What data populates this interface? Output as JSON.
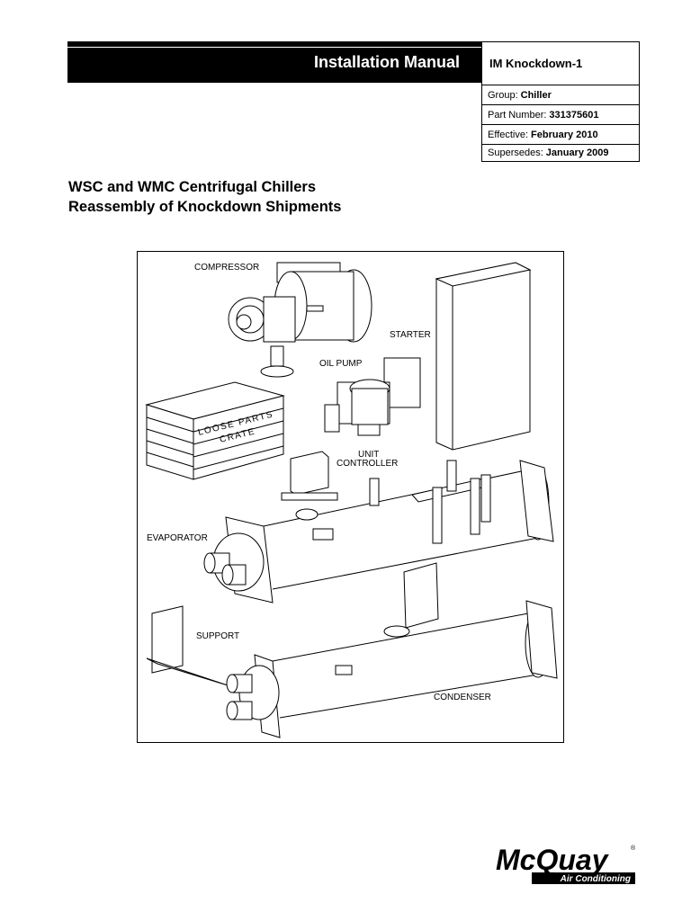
{
  "header": {
    "title": "Installation Manual",
    "doc_id": "IM Knockdown-1",
    "rows": [
      {
        "label": "Group:",
        "value": "Chiller"
      },
      {
        "label": "Part Number:",
        "value": "331375601"
      },
      {
        "label": "Effective:",
        "value": "February 2010"
      },
      {
        "label": "Supersedes:",
        "value": "January 2009"
      }
    ]
  },
  "doc_title": {
    "line1": "WSC and WMC Centrifugal Chillers",
    "line2": "Reassembly of Knockdown Shipments"
  },
  "figure": {
    "labels": {
      "compressor": "COMPRESSOR",
      "starter": "STARTER",
      "oil_pump": "OIL PUMP",
      "unit_controller_1": "UNIT",
      "unit_controller_2": "CONTROLLER",
      "evaporator": "EVAPORATOR",
      "support": "SUPPORT",
      "condenser": "CONDENSER",
      "crate_1": "LOOSE PARTS",
      "crate_2": "CRATE"
    }
  },
  "logo": {
    "brand": "McQuay",
    "tagline": "Air Conditioning",
    "reg": "®"
  }
}
